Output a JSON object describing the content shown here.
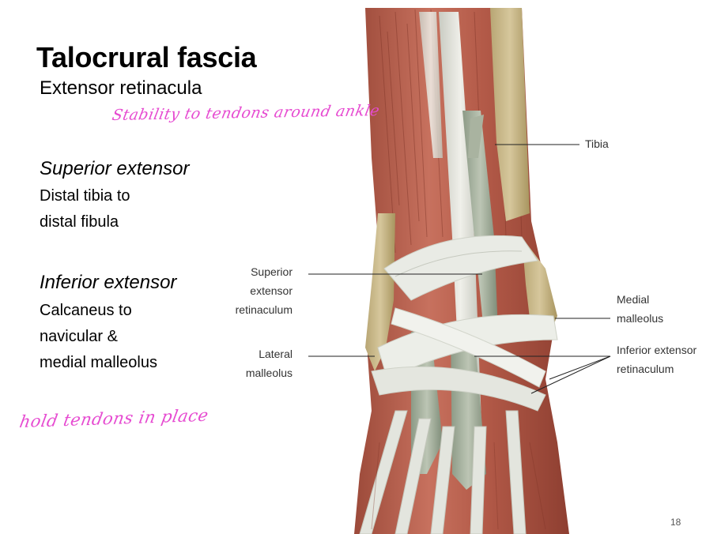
{
  "title": "Talocrural fascia",
  "subtitle": "Extensor retinacula",
  "annotations": {
    "note_top": "Stability to tendons around ankle",
    "note_bottom": "hold tendons in place"
  },
  "sections": {
    "superior": {
      "heading": "Superior extensor",
      "lines": [
        "Distal tibia to",
        "distal fibula"
      ]
    },
    "inferior": {
      "heading": "Inferior extensor",
      "lines": [
        "Calcaneus to",
        "navicular &",
        "medial malleolus"
      ]
    }
  },
  "labels": {
    "tibia": "Tibia",
    "superior_retinaculum": [
      "Superior",
      "extensor",
      "retinaculum"
    ],
    "lateral_malleolus": [
      "Lateral",
      "malleolus"
    ],
    "medial_malleolus": [
      "Medial",
      "malleolus"
    ],
    "inferior_retinaculum": [
      "Inferior extensor",
      "retinaculum"
    ]
  },
  "page_number": "18",
  "colors": {
    "annotation_ink": "#e64bd1",
    "muscle": "#b35a48",
    "tendon": "#dcdcd4",
    "bone": "#c9b98a"
  }
}
